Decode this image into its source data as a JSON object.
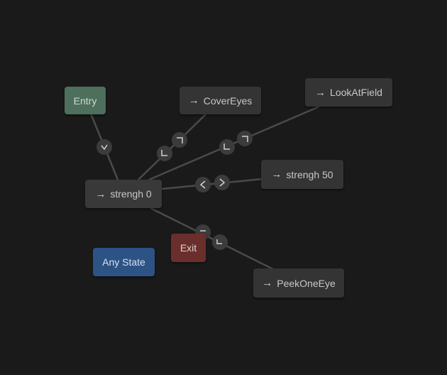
{
  "nodes": {
    "entry": {
      "label": "Entry"
    },
    "cover_eyes": {
      "label": "CoverEyes"
    },
    "look_at_field": {
      "label": "LookAtField"
    },
    "strength_0": {
      "label": "strengh 0"
    },
    "strength_50": {
      "label": "strengh 50"
    },
    "exit": {
      "label": "Exit"
    },
    "any_state": {
      "label": "Any State"
    },
    "peek_one_eye": {
      "label": "PeekOneEye"
    }
  },
  "icons": {
    "state_arrow": "→"
  },
  "colors": {
    "background": "#1a1a1a",
    "state_node": "#343434",
    "entry_node": "#4d6f5c",
    "exit_node": "#6a2f2c",
    "any_state_node": "#2c5384",
    "transition_line": "#4a4a4a",
    "transition_badge": "#3c3c3c",
    "transition_glyph": "#d0d0d0"
  }
}
